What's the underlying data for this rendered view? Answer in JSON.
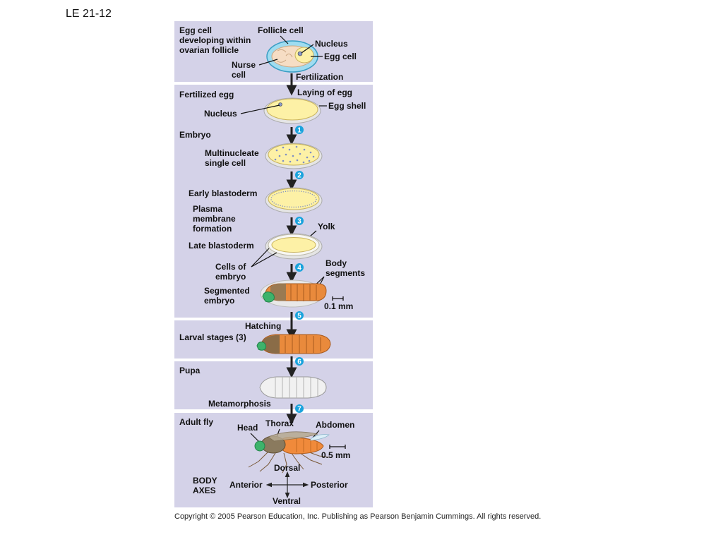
{
  "slide_label": "LE 21-12",
  "copyright": "Copyright ©  2005 Pearson Education, Inc. Publishing as Pearson Benjamin Cummings. All rights reserved.",
  "panels": {
    "egg_cell": {
      "title_line1": "Egg cell",
      "title_line2": "developing within",
      "title_line3": "ovarian follicle",
      "follicle_cell": "Follicle cell",
      "nucleus": "Nucleus",
      "egg_cell": "Egg cell",
      "nurse_line1": "Nurse",
      "nurse_line2": "cell",
      "fertilization": "Fertilization"
    },
    "embryo": {
      "laying_of_egg": "Laying of egg",
      "fertilized_egg": "Fertilized egg",
      "egg_shell": "Egg shell",
      "nucleus": "Nucleus",
      "embryo": "Embryo",
      "multinucleate_line1": "Multinucleate",
      "multinucleate_line2": "single cell",
      "early_blastoderm": "Early blastoderm",
      "plasma_line1": "Plasma",
      "plasma_line2": "membrane",
      "plasma_line3": "formation",
      "yolk": "Yolk",
      "late_blastoderm": "Late blastoderm",
      "cells_line1": "Cells of",
      "cells_line2": "embryo",
      "body_segments_line1": "Body",
      "body_segments_line2": "segments",
      "segmented_line1": "Segmented",
      "segmented_line2": "embryo",
      "scale": "0.1 mm"
    },
    "larva": {
      "hatching": "Hatching",
      "larval_stages": "Larval stages (3)"
    },
    "pupa": {
      "pupa": "Pupa",
      "metamorphosis": "Metamorphosis"
    },
    "adult": {
      "adult_fly": "Adult fly",
      "head": "Head",
      "thorax": "Thorax",
      "abdomen": "Abdomen",
      "scale": "0.5 mm",
      "dorsal": "Dorsal",
      "body_line1": "BODY",
      "body_line2": "AXES",
      "anterior": "Anterior",
      "posterior": "Posterior",
      "ventral": "Ventral"
    }
  },
  "steps": [
    "1",
    "2",
    "3",
    "4",
    "5",
    "6",
    "7"
  ],
  "colors": {
    "panel": "#d4d2e8",
    "step_circle": "#1aa3dc",
    "yolk": "#fdf1a6",
    "larva": "#e98a3c",
    "head_green": "#3db36b"
  }
}
